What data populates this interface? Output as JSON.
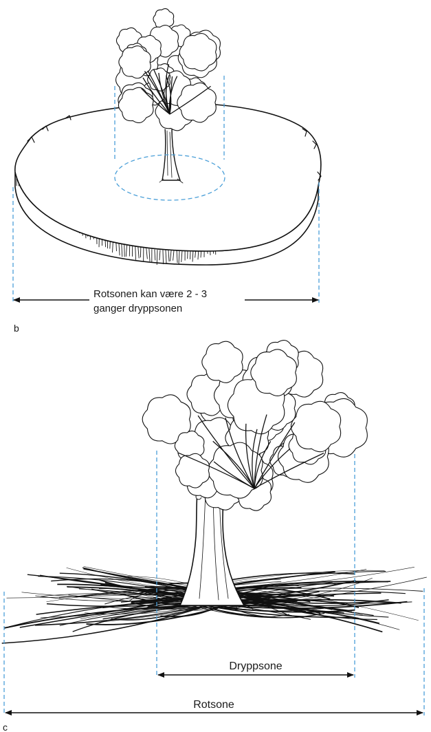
{
  "panel_b": {
    "letter": "b",
    "label_line1": "Rotsonen kan være 2 - 3",
    "label_line2": "ganger dryppsonen"
  },
  "panel_c": {
    "letter": "c",
    "drip_label": "Dryppsone",
    "root_label": "Rotsone"
  },
  "colors": {
    "dashed_guides": "#4a9fd8",
    "ink": "#111111"
  }
}
